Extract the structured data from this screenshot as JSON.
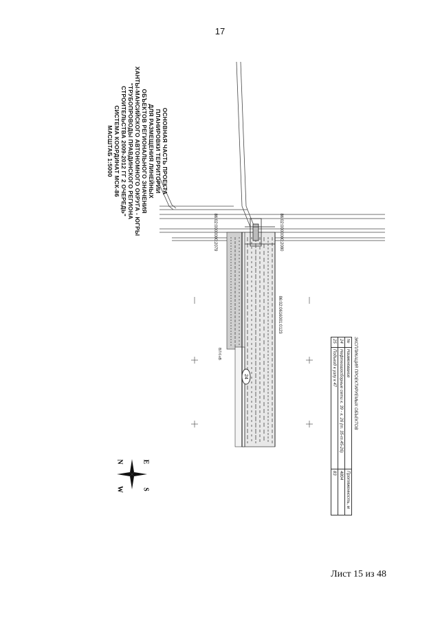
{
  "page": {
    "number": "17",
    "sheet": "Лист 15 из 48"
  },
  "title_lines": [
    "ОСНОВНАЯ ЧАСТЬ ПРОЕКТА",
    "ПЛАНИРОВКИ ТЕРРИТОРИИ",
    "ДЛЯ РАЗМЕЩЕНИЯ ЛИНЕЙНЫХ",
    "ОБЪЕКТОВ РЕГИОНАЛЬНОГО ЗНАЧЕНИЯ",
    "ХАНТЫ-МАНСИЙСКОГО АВТОНОМНОГО ОКРУГА - ЮГРЫ",
    "\"ТРУБОПРОВОДЫ ПРАВДИНСКОГО РЕГИОНА",
    "СТРОИТЕЛЬСТВА 2009-2012 ГГ 2 ОЧЕРЕДЬ\"",
    "СИСТЕМА КООРДИНАТ МСК-86",
    "МАСШТАБ 1:5000"
  ],
  "compass": {
    "n": "N",
    "s": "S",
    "e": "E",
    "w": "W"
  },
  "map_labels": {
    "parcel_top": "86:02:0000000:2079",
    "parcel_top_right": "86:02:0000000:2080",
    "parcel_corridor": "86:02:0616001:0123",
    "marker": "24",
    "small_note": "ВЛ 6 кВ"
  },
  "legend": {
    "title": "ЭКСПЛИКАЦИЯ ПРОЕКТИРУЕМЫХ ОБЪЕКТОВ",
    "headers": [
      "№",
      "Наименование",
      "Протяженность, м"
    ],
    "rows": [
      [
        "24",
        "Нефтегазосборные сети к. 39 - к. 26 (т. 35-т.45-26)",
        "4804"
      ],
      [
        "25",
        "Подъезд к узлу к 47",
        "83"
      ]
    ]
  }
}
